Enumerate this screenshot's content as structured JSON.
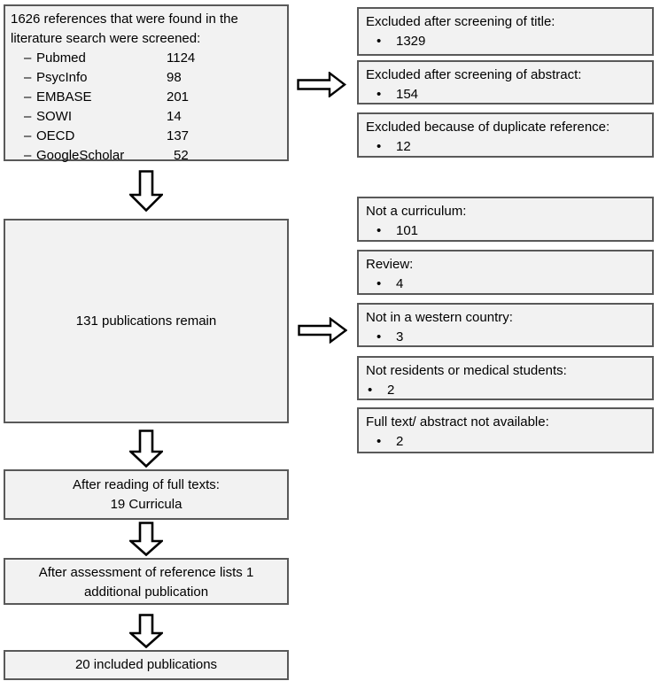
{
  "glyphs": {
    "dash": "–",
    "bullet": "•"
  },
  "colors": {
    "box_fill": "#f2f2f2",
    "box_border": "#595959",
    "arrow_fill": "#ffffff",
    "arrow_stroke": "#000000",
    "text": "#000000"
  },
  "search_box": {
    "line1": "1626 references that were found in the",
    "line2": "literature search were screened:",
    "sources": [
      {
        "label": "Pubmed",
        "count": "1124"
      },
      {
        "label": "PsycInfo",
        "count": "98"
      },
      {
        "label": "EMBASE",
        "count": "201"
      },
      {
        "label": "SOWI",
        "count": "14"
      },
      {
        "label": "OECD",
        "count": "137"
      },
      {
        "label": "GoogleScholar",
        "count": "52"
      }
    ]
  },
  "remain_box": {
    "text": "131 publications remain"
  },
  "fulltext_box": {
    "line1": "After reading of full texts:",
    "line2": "19 Curricula"
  },
  "reference_box": {
    "line1": "After assessment of reference lists 1",
    "line2": "additional publication"
  },
  "included_box": {
    "text": "20 included publications"
  },
  "exclusions_top": [
    {
      "label": "Excluded after screening of title:",
      "count": "1329"
    },
    {
      "label": "Excluded after screening of abstract:",
      "count": "154"
    },
    {
      "label": "Excluded because of duplicate reference:",
      "count": "12"
    }
  ],
  "exclusions_mid": [
    {
      "label": "Not a curriculum:",
      "count": "101"
    },
    {
      "label": "Review:",
      "count": "4"
    },
    {
      "label": "Not in a western country:",
      "count": "3"
    },
    {
      "label": "Not residents or medical students:",
      "count": "2"
    },
    {
      "label": "Full text/ abstract not available:",
      "count": "2"
    }
  ]
}
